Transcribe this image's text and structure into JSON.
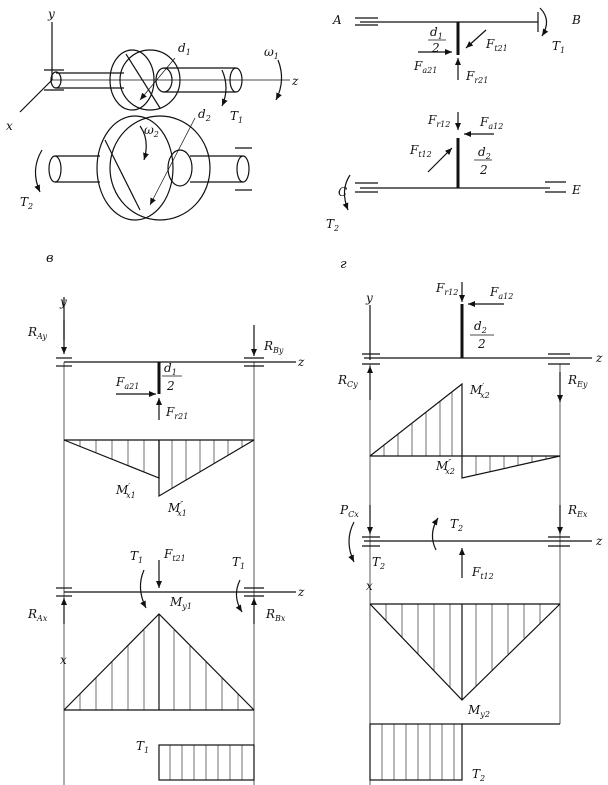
{
  "figure": {
    "panel_labels": {
      "v": "в",
      "g": "г"
    },
    "top_left": {
      "axes": {
        "y": "y",
        "x": "x",
        "z": "z"
      },
      "d1": "d",
      "d1_sub": "1",
      "d2": "d",
      "d2_sub": "2",
      "w1": "ω",
      "w1_sub": "1",
      "w2": "ω",
      "w2_sub": "2",
      "T1": "T",
      "T1_sub": "1",
      "T2": "T",
      "T2_sub": "2"
    },
    "top_right": {
      "A": "A",
      "B": "B",
      "C": "C",
      "E": "E",
      "T1": "T",
      "T1_sub": "1",
      "T2": "T",
      "T2_sub": "2",
      "d1": "d",
      "d1_sub": "1",
      "half": "2",
      "d2": "d",
      "d2_sub": "2",
      "Ft21": "F",
      "Ft21_sub": "t21",
      "Fa21": "F",
      "Fa21_sub": "a21",
      "Fr21": "F",
      "Fr21_sub": "r21",
      "Fr12": "F",
      "Fr12_sub": "r12",
      "Fa12": "F",
      "Fa12_sub": "a12",
      "Ft12": "F",
      "Ft12_sub": "t12"
    },
    "left_diagram": {
      "y": "y",
      "z": "z",
      "x": "x",
      "RAy": "R",
      "RAy_sub": "Ay",
      "RBy": "R",
      "RBy_sub": "By",
      "RAx": "R",
      "RAx_sub": "Ax",
      "RBx": "R",
      "RBx_sub": "Bx",
      "Fa21": "F",
      "Fa21_sub": "a21",
      "Fr21": "F",
      "Fr21_sub": "r21",
      "Ft21": "F",
      "Ft21_sub": "t21",
      "d1": "d",
      "d1_sub": "1",
      "half": "2",
      "Mx1p": "M",
      "Mx1p_sub": "x1",
      "Mx1p_mark": "′",
      "Mx1pp": "M",
      "Mx1pp_sub": "x1",
      "Mx1pp_mark": "″",
      "My1": "M",
      "My1_sub": "y1",
      "T1a": "T",
      "T1a_sub": "1",
      "T1b": "T",
      "T1b_sub": "1",
      "T1c": "T",
      "T1c_sub": "1"
    },
    "right_diagram": {
      "y": "y",
      "z": "z",
      "x": "x",
      "Fr12": "F",
      "Fr12_sub": "r12",
      "Fa12": "F",
      "Fa12_sub": "a12",
      "d2": "d",
      "d2_sub": "2",
      "half": "2",
      "RCy": "R",
      "RCy_sub": "Cy",
      "REy": "R",
      "REy_sub": "Ey",
      "Mx2p": "M",
      "Mx2p_sub": "x2",
      "Mx2p_mark": "′",
      "Mx2pp": "M",
      "Mx2pp_sub": "x2",
      "Mx2pp_mark": "″",
      "PCx": "P",
      "PCx_sub": "Cx",
      "REx": "R",
      "REx_sub": "Ex",
      "T2a": "T",
      "T2a_sub": "2",
      "T2b": "T",
      "T2b_sub": "2",
      "T2c": "T",
      "T2c_sub": "2",
      "Ft12": "F",
      "Ft12_sub": "t12",
      "My2": "M",
      "My2_sub": "y2"
    }
  }
}
